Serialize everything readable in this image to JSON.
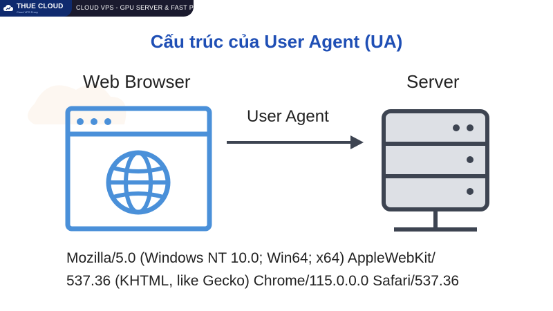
{
  "brand": {
    "name": "THUE CLOUD",
    "sub": "Cloud VPS Proxy",
    "tagline": "CLOUD VPS - GPU SERVER & FAST PROXY"
  },
  "title": "Cấu trúc của User Agent (UA)",
  "diagram": {
    "left_label": "Web Browser",
    "right_label": "Server",
    "arrow_label": "User Agent",
    "browser_icon": "browser-window-globe-icon",
    "server_icon": "server-rack-icon"
  },
  "ua_string": {
    "line1": "Mozilla/5.0 (Windows NT 10.0; Win64; x64) AppleWebKit/",
    "line2": "537.36 (KHTML, like Gecko) Chrome/115.0.0.0 Safari/537.36"
  },
  "colors": {
    "accent_blue": "#4a90d9",
    "title_blue": "#1f4fb5",
    "server_stroke": "#3d4451",
    "server_fill": "#dde0e5",
    "banner_dark": "#1a1a2e"
  }
}
